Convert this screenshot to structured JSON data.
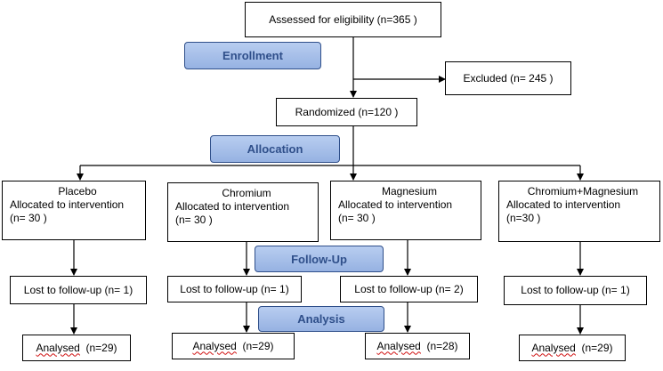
{
  "flowchart": {
    "assessed": "Assessed for eligibility (n=365  )",
    "excluded": "Excluded  (n= 245  )",
    "randomized": "Randomized (n=120  )",
    "stages": {
      "enrollment": "Enrollment",
      "allocation": "Allocation",
      "follow_up": "Follow-Up",
      "analysis": "Analysis"
    },
    "arms": [
      {
        "name": "Placebo",
        "allocated": "Allocated to intervention",
        "n": "(n= 30 )",
        "lost": "Lost to follow-up (n= 1)",
        "analysed_word": "Analysed",
        "analysed_n": "  (n=29)"
      },
      {
        "name": "Chromium",
        "allocated": "Allocated to intervention",
        "n": "(n= 30 )",
        "lost": "Lost to follow-up (n= 1)",
        "analysed_word": "Analysed",
        "analysed_n": "  (n=29)"
      },
      {
        "name": "Magnesium",
        "allocated": "Allocated to intervention",
        "n": "(n= 30 )",
        "lost": "Lost to follow-up (n= 2)",
        "analysed_word": "Analysed",
        "analysed_n": "  (n=28)"
      },
      {
        "name": "Chromium+Magnesium",
        "allocated": "Allocated to intervention",
        "n": "(n=30  )",
        "lost": "Lost to follow-up (n= 1)",
        "analysed_word": "Analysed",
        "analysed_n": "  (n=29)"
      }
    ]
  }
}
